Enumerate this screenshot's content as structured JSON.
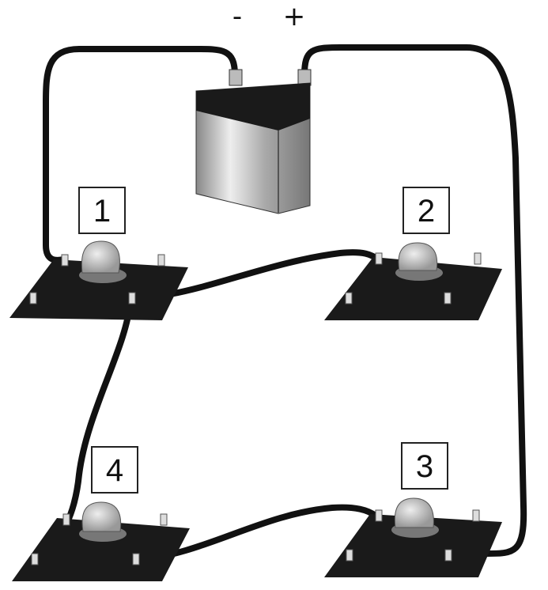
{
  "battery": {
    "negative_label": "-",
    "positive_label": "+"
  },
  "bulbs": [
    {
      "label": "1"
    },
    {
      "label": "2"
    },
    {
      "label": "3"
    },
    {
      "label": "4"
    }
  ]
}
